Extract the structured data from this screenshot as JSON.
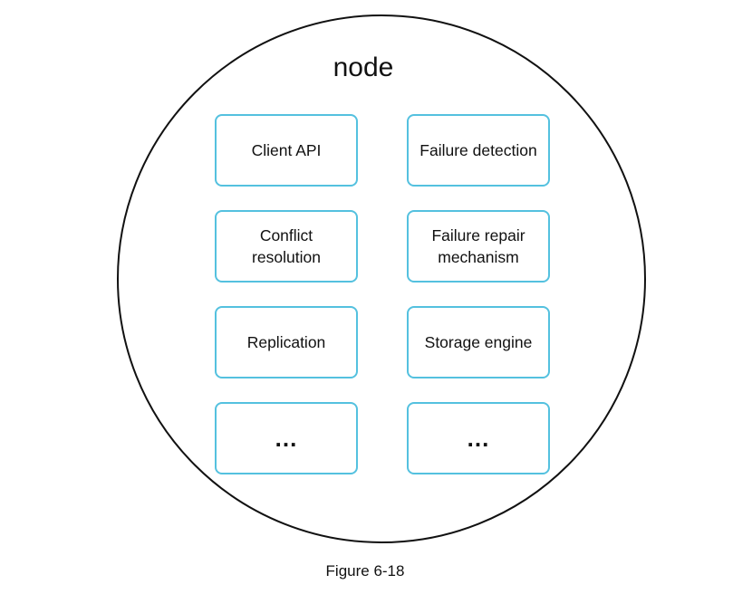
{
  "diagram": {
    "title": "node",
    "components": [
      {
        "label": "Client API"
      },
      {
        "label": "Failure detection"
      },
      {
        "label": "Conflict resolution"
      },
      {
        "label": "Failure repair mechanism"
      },
      {
        "label": "Replication"
      },
      {
        "label": "Storage engine"
      },
      {
        "label": "…"
      },
      {
        "label": "…"
      }
    ],
    "colors": {
      "box_border": "#54c1df",
      "circle_border": "#111111",
      "text": "#111111"
    }
  },
  "caption": "Figure 6-18"
}
